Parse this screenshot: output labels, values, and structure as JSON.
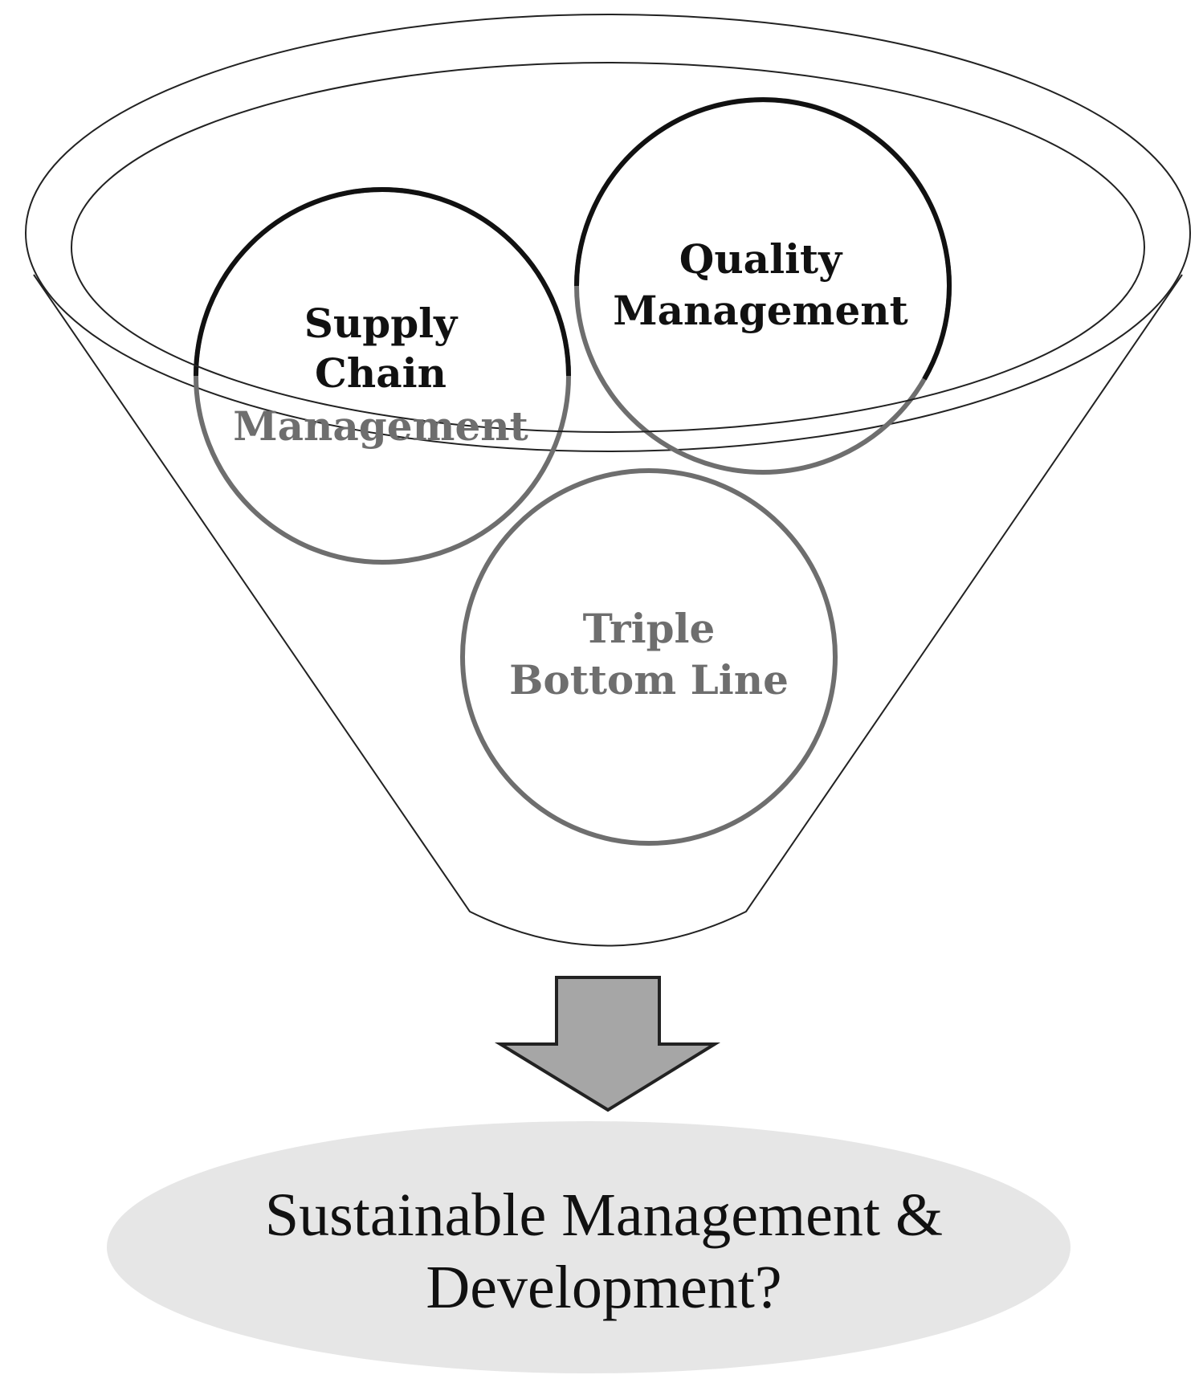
{
  "diagram": {
    "circles": {
      "supply_chain": {
        "line1": "Supply",
        "line2": "Chain",
        "line3": "Management"
      },
      "quality": {
        "line1": "Quality",
        "line2": "Management"
      },
      "triple_bottom_line": {
        "line1": "Triple",
        "line2": "Bottom Line"
      }
    },
    "outcome": {
      "line1": "Sustainable Management &",
      "line2": "Development?"
    },
    "colors": {
      "funnel_stroke": "#222222",
      "circle_dark": "#111111",
      "circle_grey": "#6e6e6e",
      "arrow_fill": "#a6a6a6",
      "outcome_fill": "#e6e6e6"
    }
  }
}
